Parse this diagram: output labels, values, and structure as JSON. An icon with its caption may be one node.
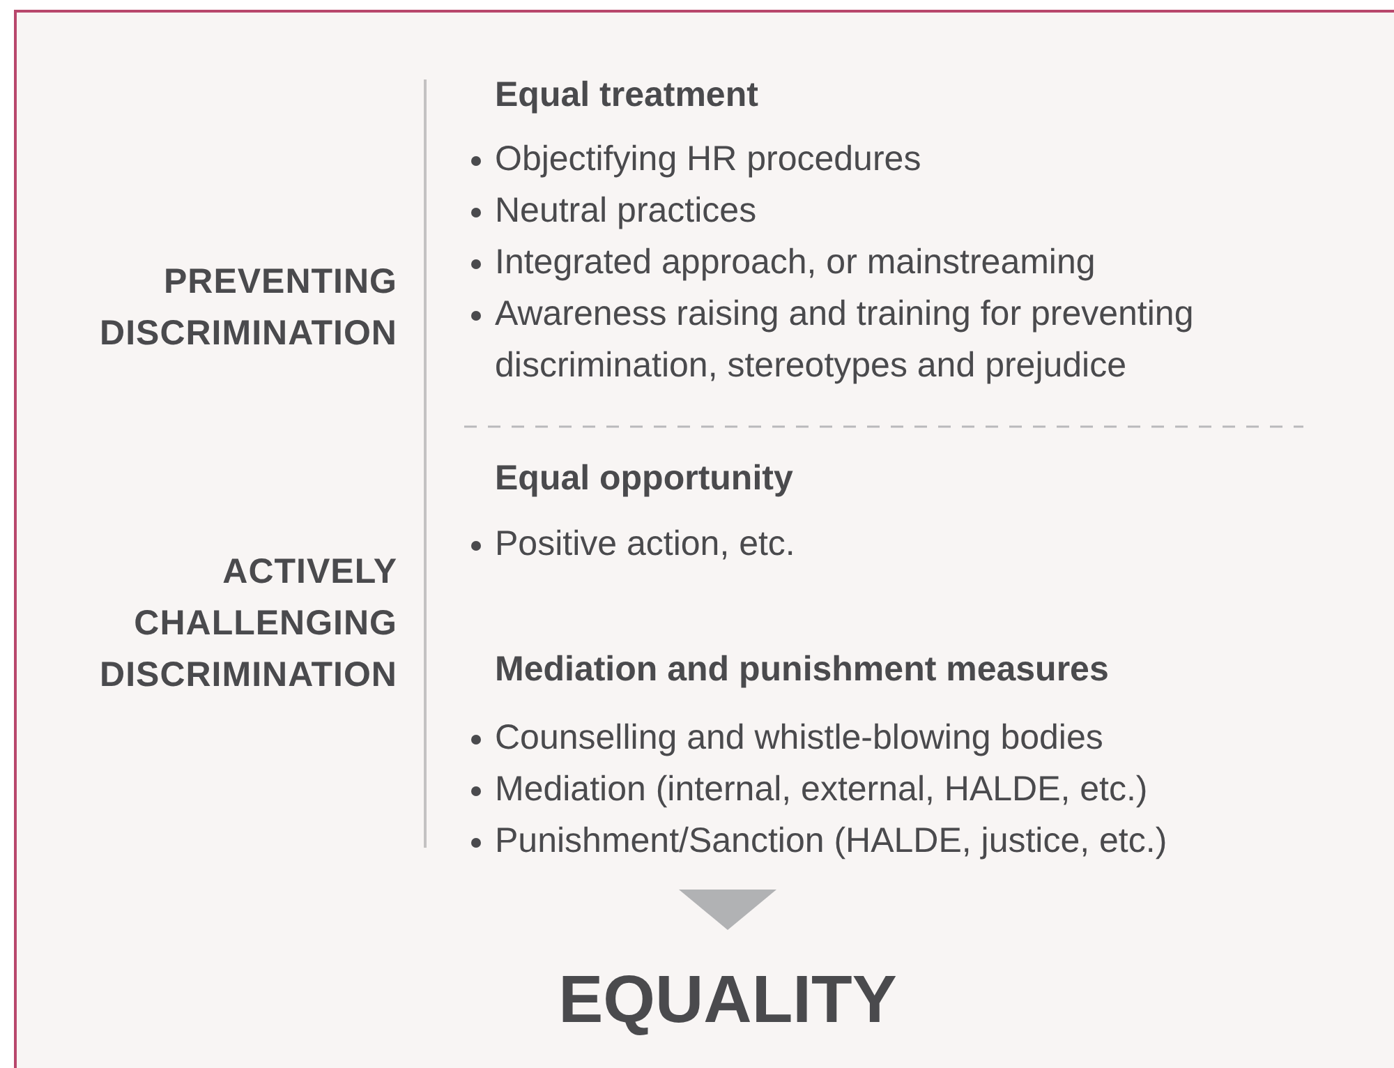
{
  "diagram": {
    "labels": [
      "PREVENTING DISCRIMINATION",
      "Equal treatment",
      "Objectifying HR procedures",
      "Neutral practices",
      "Integrated approach, or mainstreaming",
      "Awareness raising and training for preventing discrimination, stereotypes and prejudice",
      "Equal opportunity",
      "Positive action, etc.",
      "ACTIVELY CHALLENGING DISCRIMINATION",
      "Mediation and punishment measures",
      "Counselling and whistle-blowing bodies",
      "Mediation (internal, external, HALDE, etc.)",
      "Punishment/Sanction (HALDE, justice, etc.)",
      "EQUALITY"
    ]
  }
}
